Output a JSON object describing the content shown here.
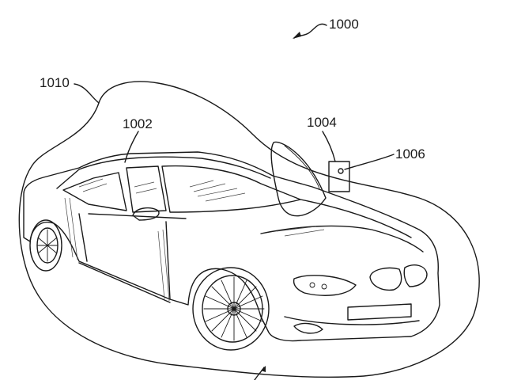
{
  "figure": {
    "refs": {
      "r1000": "1000",
      "r1002": "1002",
      "r1004": "1004",
      "r1006": "1006",
      "r1010": "1010"
    }
  }
}
